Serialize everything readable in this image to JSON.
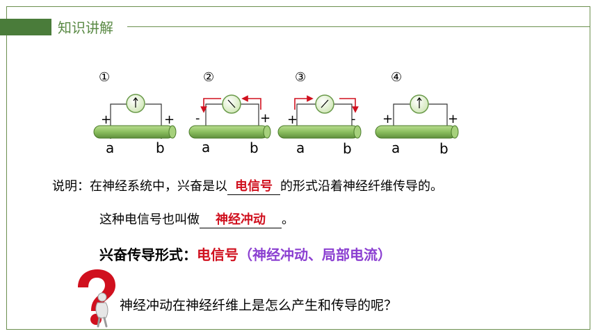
{
  "header": {
    "title": "知识讲解"
  },
  "diagrams": [
    {
      "index": "①",
      "left_sign": "+",
      "right_sign": "+",
      "left_label": "a",
      "right_label": "b"
    },
    {
      "index": "②",
      "left_sign": "-",
      "right_sign": "+",
      "left_label": "a",
      "right_label": "b"
    },
    {
      "index": "③",
      "left_sign": "+",
      "right_sign": "-",
      "left_label": "a",
      "right_label": "b"
    },
    {
      "index": "④",
      "left_sign": "+",
      "right_sign": "+",
      "left_label": "a",
      "right_label": "b"
    }
  ],
  "explanation": {
    "line1_prefix": "说明：在神经系统中，兴奋是以",
    "line1_fill": "电信号",
    "line1_suffix": "的形式沿着神经纤维传导的。",
    "line2_prefix": "这种电信号也叫做",
    "line2_fill": "神经冲动",
    "line2_suffix": "。"
  },
  "conduction": {
    "label": "兴奋传导形式：",
    "form": "电信号",
    "paren_open": "（",
    "alt": "神经冲动、局部电流",
    "paren_close": "）"
  },
  "question": {
    "text": "神经冲动在神经纤维上是怎么产生和传导的呢？"
  },
  "colors": {
    "accent_green": "#4a7c3a",
    "fiber_green": "#8bbf5f",
    "red": "#d0101e",
    "purple": "#8b3fd1"
  }
}
